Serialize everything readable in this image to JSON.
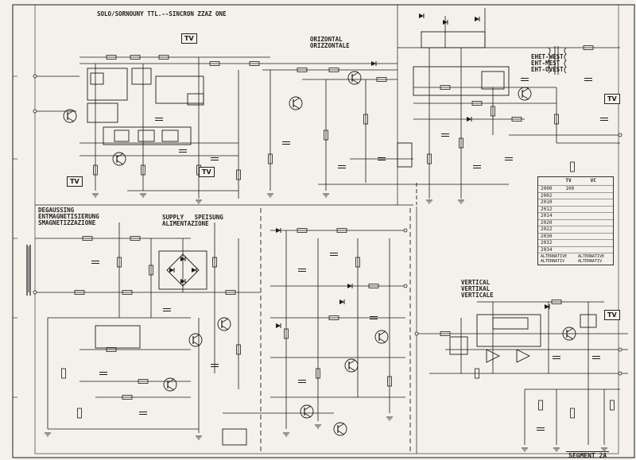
{
  "sections": {
    "sync": {
      "title": "SOLO/SORNOUNY TTL.--SINCRON ZZAZ ONE"
    },
    "horizontal": {
      "title": "ORIZONTAL\nORIZZONTALE"
    },
    "eht": {
      "title": "EHET-WEST\nEHT-MEST\nEHT-OVEST"
    },
    "supply": {
      "title": "SUPPLY   SPEISUNG\nALIMENTAZIONE"
    },
    "degauss": {
      "title": "DEGAUSSING\nENTMAGNETISIERUNG\nSMAGNETIZZAZIONE"
    },
    "vertical": {
      "title": "VERTICAL\nVERTIKAL\nVERTICALE"
    }
  },
  "tv_badges": [
    "TV",
    "TV",
    "TV",
    "TV",
    "TV"
  ],
  "table": {
    "headers": [
      "",
      "TV",
      "VC"
    ],
    "rows": [
      [
        "2000",
        "100",
        ""
      ],
      [
        "2002",
        "",
        ""
      ],
      [
        "2010",
        "",
        ""
      ],
      [
        "2012",
        "",
        ""
      ],
      [
        "2014",
        "",
        ""
      ],
      [
        "2020",
        "",
        ""
      ],
      [
        "2022",
        "",
        ""
      ],
      [
        "2030",
        "",
        ""
      ],
      [
        "2032",
        "",
        ""
      ],
      [
        "2034",
        "",
        ""
      ]
    ],
    "footer": [
      "ALTERNATIVE\nALTERNATIV",
      "ALTERNATIVE\nALTERNATIV"
    ]
  },
  "segment_label": "SEGMENT 2A",
  "colors": {
    "ink": "#1a1a1a",
    "paper": "#f3f1ea",
    "dash": "#333333"
  }
}
